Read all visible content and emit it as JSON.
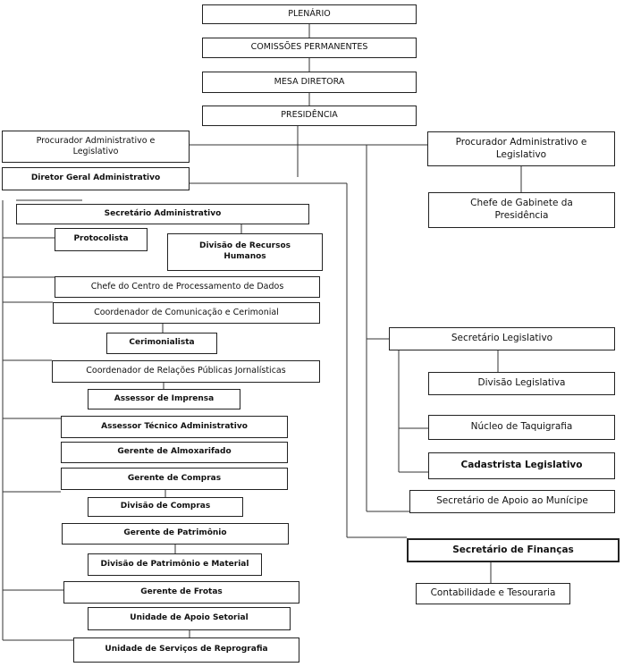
{
  "diagram": {
    "line_color": "#333333",
    "nodes": {
      "plenario": "PLENÁRIO",
      "comissoes": "COMISSÕES PERMANENTES",
      "mesa": "MESA DIRETORA",
      "presidencia": "PRESIDÊNCIA",
      "procurador_esq": "Procurador Administrativo e\nLegislativo",
      "procurador_dir": "Procurador Administrativo e\nLegislativo",
      "diretor": "Diretor Geral Administrativo",
      "chefe_gabinete": "Chefe de Gabinete da\nPresidência",
      "sec_admin": "Secretário Administrativo",
      "protocolista": "Protocolista",
      "rh": "Divisão de Recursos\nHumanos",
      "cpd": "Chefe do Centro de Processamento de Dados",
      "comunicacao": "Coordenador de Comunicação e Cerimonial",
      "cerimonialista": "Cerimonialista",
      "relacoes": "Coordenador de Relações Públicas Jornalísticas",
      "imprensa": "Assessor de Imprensa",
      "tecnico": "Assessor Técnico Administrativo",
      "almoxarifado": "Gerente de Almoxarifado",
      "compras": "Gerente de Compras",
      "div_compras": "Divisão de Compras",
      "patrimonio": "Gerente de Patrimônio",
      "div_patrimonio": "Divisão de Patrimônio e Material",
      "frotas": "Gerente de Frotas",
      "apoio_setorial": "Unidade de Apoio Setorial",
      "reprografia": "Unidade de Serviços de Reprografia",
      "sec_legislativo": "Secretário Legislativo",
      "div_legislativa": "Divisão Legislativa",
      "taquigrafia": "Núcleo de Taquigrafia",
      "cadastrista": "Cadastrista Legislativo",
      "apoio_municipe": "Secretário de Apoio ao Munícipe",
      "financas": "Secretário de Finanças",
      "contabilidade": "Contabilidade e Tesouraria"
    }
  }
}
